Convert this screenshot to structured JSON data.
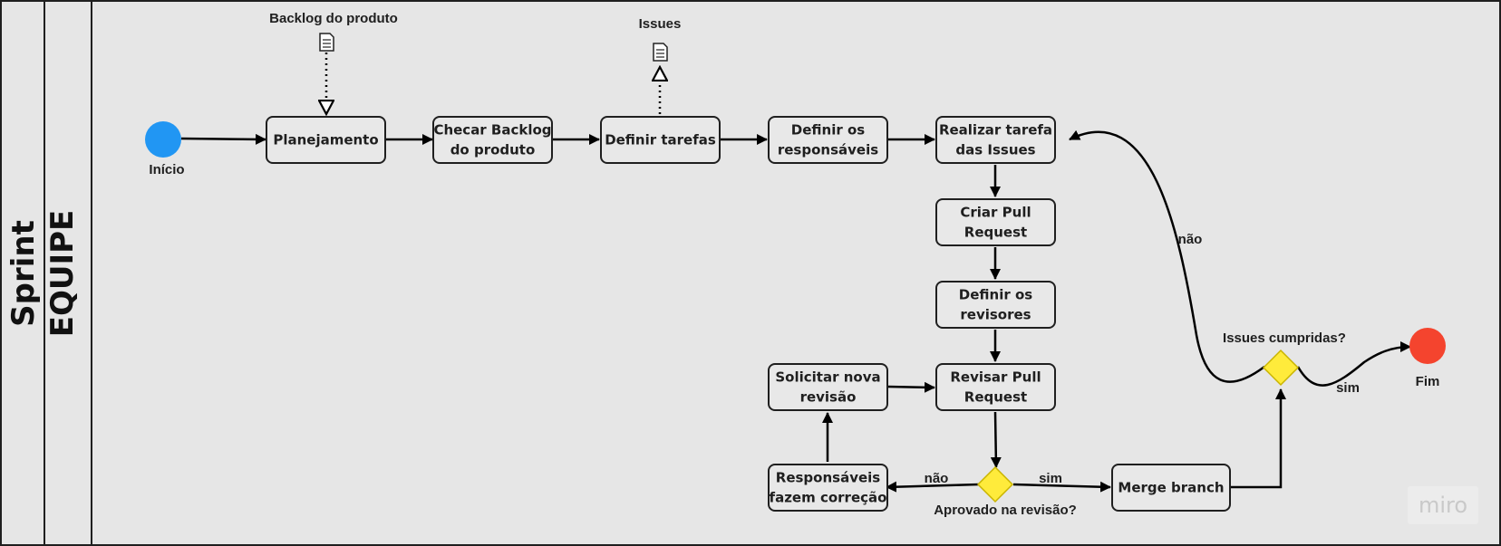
{
  "pool": {
    "title": "Sprint"
  },
  "lane": {
    "title": "EQUIPE"
  },
  "events": {
    "start": {
      "label": "Início",
      "color": "#2196f3"
    },
    "end": {
      "label": "Fim",
      "color": "#f4442e"
    }
  },
  "tasks": {
    "planejamento": [
      "Planejamento"
    ],
    "checar_backlog": [
      "Checar Backlog",
      "do produto"
    ],
    "definir_tarefas": [
      "Definir tarefas"
    ],
    "definir_responsaveis": [
      "Definir os",
      "responsáveis"
    ],
    "realizar_tarefa": [
      "Realizar tarefa",
      "das Issues"
    ],
    "criar_pr": [
      "Criar Pull",
      "Request"
    ],
    "definir_revisores": [
      "Definir os",
      "revisores"
    ],
    "revisar_pr": [
      "Revisar Pull",
      "Request"
    ],
    "solicitar_revisao": [
      "Solicitar nova",
      "revisão"
    ],
    "responsaveis_correcao": [
      "Responsáveis",
      "fazem correção"
    ],
    "merge_branch": [
      "Merge branch"
    ]
  },
  "gateways": {
    "aprovado": {
      "label": "Aprovado na revisão?",
      "color": "#ffeb3b"
    },
    "issues_cumpridas": {
      "label": "Issues cumpridas?",
      "color": "#ffeb3b"
    }
  },
  "edge_labels": {
    "aprovado_nao": "não",
    "aprovado_sim": "sim",
    "cumpridas_nao": "não",
    "cumpridas_sim": "sim"
  },
  "data_objects": {
    "backlog": {
      "label": "Backlog do produto",
      "icon": "document-icon"
    },
    "issues": {
      "label": "Issues",
      "icon": "document-icon"
    }
  },
  "watermark": "miro"
}
